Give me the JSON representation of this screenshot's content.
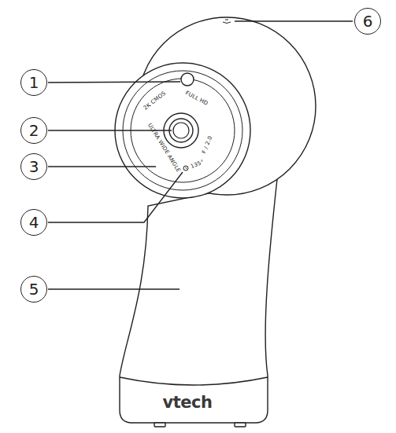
{
  "diagram": {
    "labels": [
      "6",
      "1",
      "2K CMOS",
      "FULL HD",
      "2",
      "ULTRA WIDE ANGLE",
      "3",
      "135°",
      "F / 2.0",
      "4",
      "5",
      "vtech"
    ]
  }
}
